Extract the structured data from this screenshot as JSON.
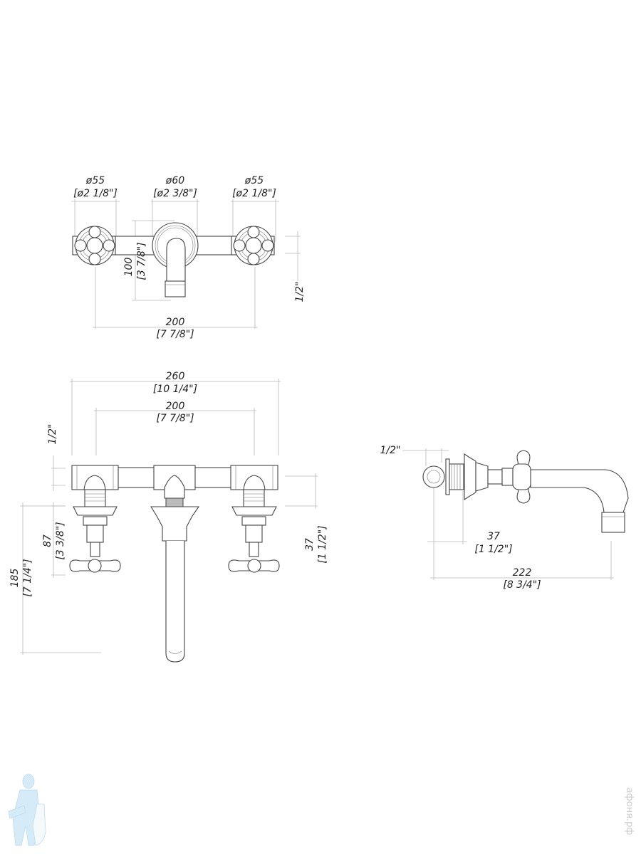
{
  "top_view": {
    "left_handle_dia": "ø55",
    "left_handle_dia_in": "[ø2 1/8\"]",
    "escutcheon_dia": "ø60",
    "escutcheon_dia_in": "[ø2 3/8\"]",
    "right_handle_dia": "ø55",
    "right_handle_dia_in": "[ø2 1/8\"]",
    "spout_height": "100",
    "spout_height_in": "[3 7/8\"]",
    "pipe_size": "1/2\"",
    "center_spacing": "200",
    "center_spacing_in": "[7 7/8\"]"
  },
  "front_view": {
    "overall_width": "260",
    "overall_width_in": "[10 1/4\"]",
    "center_spacing": "200",
    "center_spacing_in": "[7 7/8\"]",
    "pipe_size": "1/2\"",
    "valve_depth": "87",
    "valve_depth_in": "[3 3/8\"]",
    "overall_depth": "185",
    "overall_depth_in": "[7 1/4\"]",
    "wall_depth": "37",
    "wall_depth_in": "[1 1/2\"]"
  },
  "side_view": {
    "pipe_size": "1/2\"",
    "wall_depth": "37",
    "wall_depth_in": "[1 1/2\"]",
    "spout_reach": "222",
    "spout_reach_in": "[8 3/4\"]"
  },
  "watermark": {
    "text": "афоня.рф",
    "logo": "plumber-mascot-logo"
  },
  "colors": {
    "line": "#444444",
    "dimension": "#b8b8b8",
    "logo": "#cfe6f5"
  }
}
